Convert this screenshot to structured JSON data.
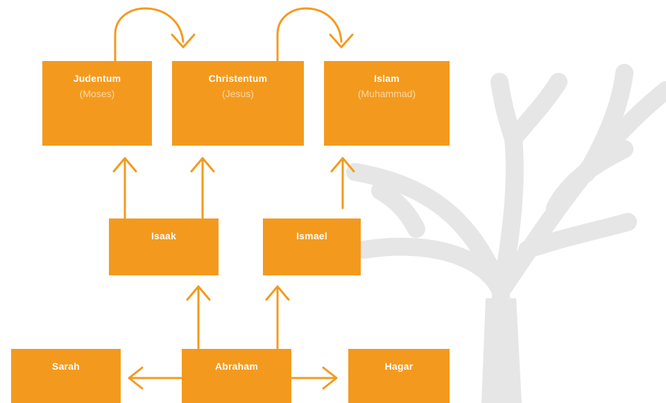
{
  "colors": {
    "box": "#F39A1E",
    "arrow": "#F39A1E",
    "tree": "#E6E6E6",
    "subtitle": "#FBD8A8"
  },
  "icons": {
    "background": "tree-icon"
  },
  "nodes": {
    "judentum": {
      "name": "Judentum",
      "sub": "(Moses)"
    },
    "christentum": {
      "name": "Christentum",
      "sub": "(Jesus)"
    },
    "islam": {
      "name": "Islam",
      "sub": "(Muhammad)"
    },
    "isaak": {
      "name": "Isaak"
    },
    "ismael": {
      "name": "Ismael"
    },
    "sarah": {
      "name": "Sarah"
    },
    "abraham": {
      "name": "Abraham"
    },
    "hagar": {
      "name": "Hagar"
    }
  },
  "edges": [
    {
      "from": "abraham",
      "to": "isaak"
    },
    {
      "from": "abraham",
      "to": "ismael"
    },
    {
      "from": "abraham",
      "to": "sarah"
    },
    {
      "from": "abraham",
      "to": "hagar"
    },
    {
      "from": "isaak",
      "to": "judentum"
    },
    {
      "from": "isaak",
      "to": "christentum"
    },
    {
      "from": "ismael",
      "to": "islam"
    },
    {
      "from": "judentum",
      "to": "christentum"
    },
    {
      "from": "christentum",
      "to": "islam"
    }
  ]
}
